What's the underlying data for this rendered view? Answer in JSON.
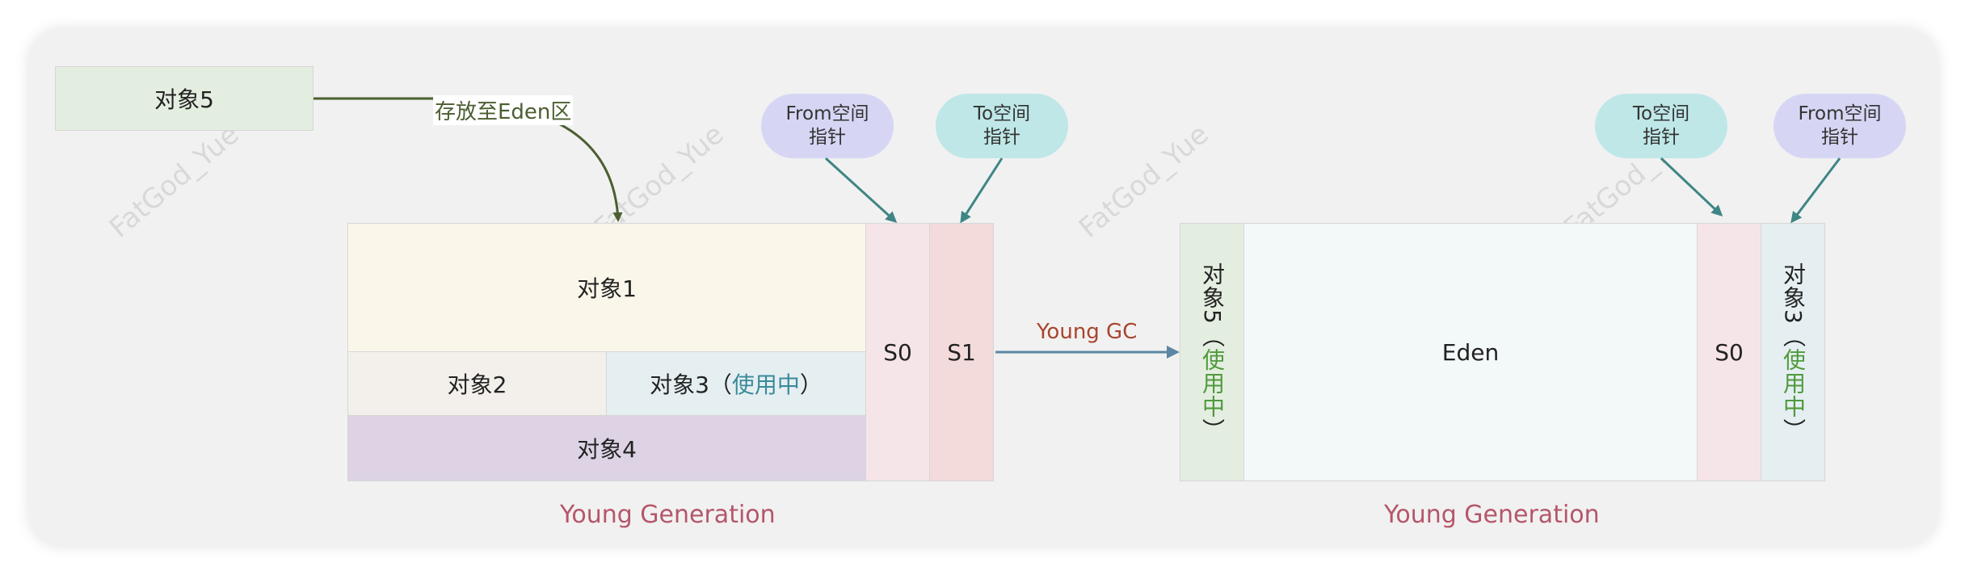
{
  "watermark": "FatGod_Yue",
  "object5_source": "对象5",
  "arrow_store_label": "存放至Eden区",
  "left": {
    "eden_object1": "对象1",
    "object2": "对象2",
    "object3_prefix": "对象3（",
    "object3_status": "使用中",
    "object3_suffix": "）",
    "object4": "对象4",
    "s0": "S0",
    "s1": "S1",
    "pointer_from_line1": "From空间",
    "pointer_from_line2": "指针",
    "pointer_to_line1": "To空间",
    "pointer_to_line2": "指针",
    "caption": "Young Generation"
  },
  "young_gc_label": "Young GC",
  "right": {
    "object5_prefix": "对象5（",
    "object5_status": "使用中",
    "object5_suffix": "）",
    "eden": "Eden",
    "s0": "S0",
    "object3_prefix": "对象3（",
    "object3_status": "使用中",
    "object3_suffix": "）",
    "pointer_to_line1": "To空间",
    "pointer_to_line2": "指针",
    "pointer_from_line1": "From空间",
    "pointer_from_line2": "指针",
    "caption": "Young Generation"
  },
  "colors": {
    "object5_fill": "#e4eee0",
    "object1_fill": "#faf7ea",
    "object2_fill": "#f3f0ec",
    "object3_fill": "#e5eff2",
    "object4_fill": "#ddd3e5",
    "s0_fill": "#f6e5e8",
    "s1_fill": "#f4dbdb",
    "eden_fill": "#f3f8f8",
    "from_bubble": "#d6d6f4",
    "to_bubble": "#bfe7e7",
    "status_green": "#4f9a3c",
    "caption_red": "#b5566a"
  }
}
